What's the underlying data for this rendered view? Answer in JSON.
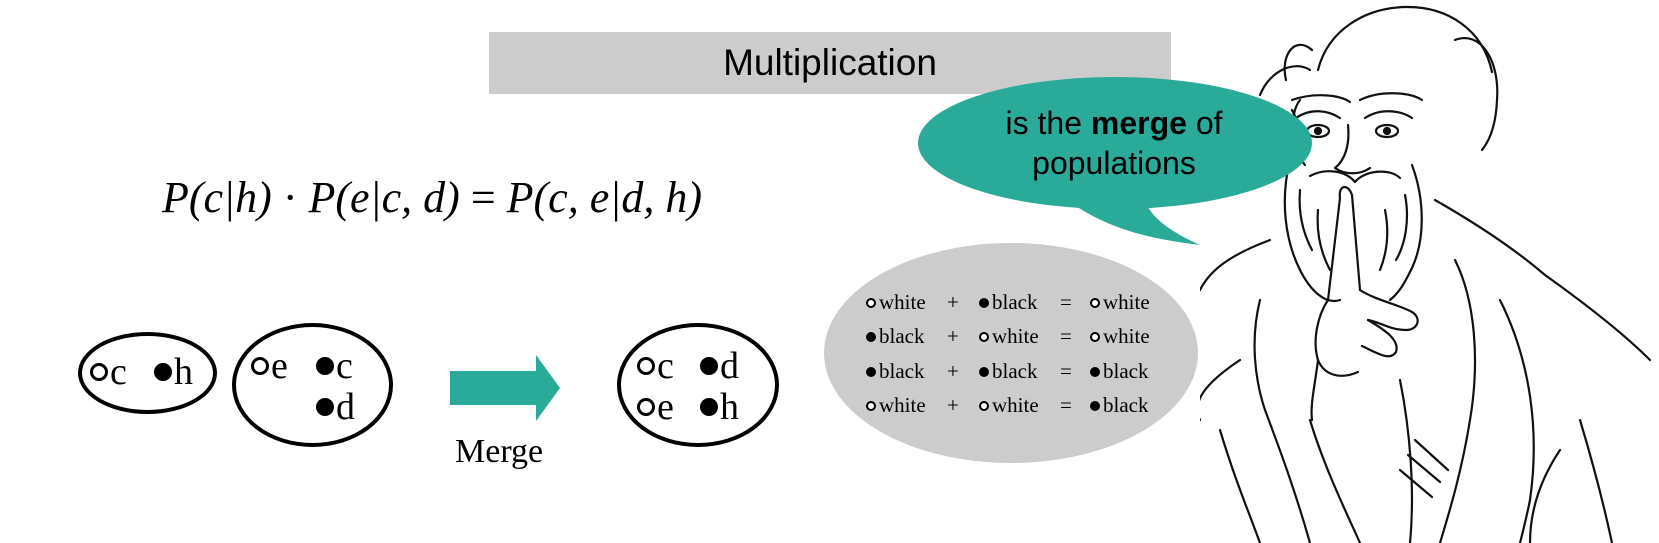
{
  "title": "Multiplication",
  "formula": {
    "lhs1": "P(c|h)",
    "dot": "·",
    "lhs2": "P(e|c, d)",
    "eq": "=",
    "rhs": "P(c, e|d, h)"
  },
  "populations": {
    "pop1": [
      {
        "color": "white",
        "label": "c"
      },
      {
        "color": "black",
        "label": "h"
      }
    ],
    "pop2": [
      {
        "color": "white",
        "label": "e"
      },
      {
        "color": "black",
        "label": "c"
      },
      {
        "color": "black",
        "label": "d"
      }
    ],
    "merged": [
      {
        "color": "white",
        "label": "c"
      },
      {
        "color": "black",
        "label": "d"
      },
      {
        "color": "white",
        "label": "e"
      },
      {
        "color": "black",
        "label": "h"
      }
    ]
  },
  "merge_label": "Merge",
  "rules": [
    {
      "a": "white",
      "op": "+",
      "b": "black",
      "eq": "=",
      "result": "white"
    },
    {
      "a": "black",
      "op": "+",
      "b": "white",
      "eq": "=",
      "result": "white"
    },
    {
      "a": "black",
      "op": "+",
      "b": "black",
      "eq": "=",
      "result": "black"
    },
    {
      "a": "white",
      "op": "+",
      "b": "white",
      "eq": "=",
      "result": "black"
    }
  ],
  "speech": {
    "pre": "is the ",
    "bold": "merge",
    "post": " of",
    "line2": "populations"
  },
  "colors": {
    "accent": "#2aab9a",
    "title_bg": "#cccccc",
    "rules_bg": "#cccccc"
  },
  "icons": {
    "arrow": "right-arrow-icon",
    "figure": "bearded-man-shushing-illustration"
  }
}
